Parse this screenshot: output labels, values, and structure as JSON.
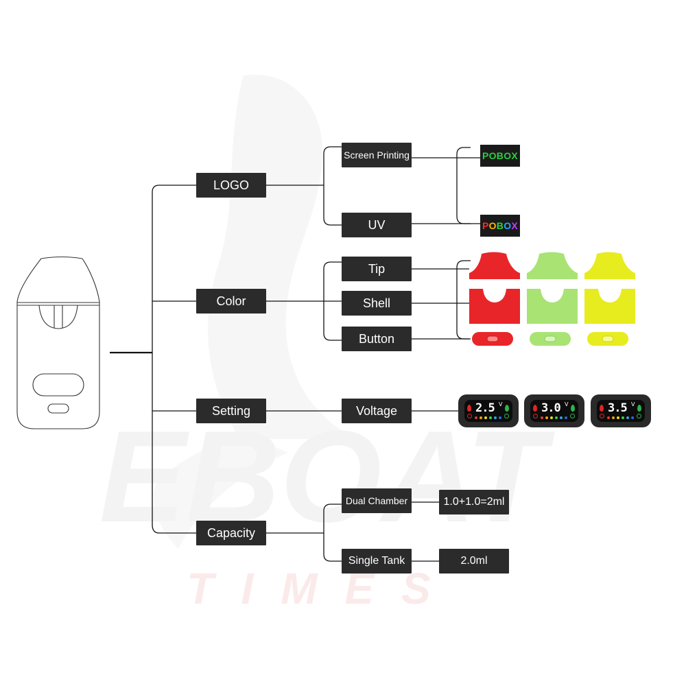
{
  "watermark": {
    "text_main": "EBOAT",
    "text_sub": "TIMES"
  },
  "categories": [
    {
      "key": "logo",
      "label": "LOGO"
    },
    {
      "key": "color",
      "label": "Color"
    },
    {
      "key": "setting",
      "label": "Setting"
    },
    {
      "key": "capacity",
      "label": "Capacity"
    }
  ],
  "logo": {
    "options": [
      {
        "label": "Screen Printing",
        "sample_text": "POBOX",
        "sample_color": "#2ecc40"
      },
      {
        "label": "UV",
        "sample_text": "POBOX",
        "sample_colors": [
          "#ff2a2a",
          "#ffb400",
          "#2bd63a",
          "#28a8ff",
          "#c63cff"
        ]
      }
    ]
  },
  "color": {
    "parts": [
      {
        "label": "Tip"
      },
      {
        "label": "Shell"
      },
      {
        "label": "Button"
      }
    ],
    "swatches": [
      {
        "name": "red",
        "main": "#e8262a",
        "dark": "#c81f22",
        "button_inner": "#ff8a8a"
      },
      {
        "name": "light-green",
        "main": "#a9e374",
        "dark": "#8fd05a",
        "button_inner": "#d9f7bf"
      },
      {
        "name": "yellow",
        "main": "#e7ec1f",
        "dark": "#cfd416",
        "button_inner": "#f7fa9a"
      }
    ]
  },
  "setting": {
    "option": "Voltage",
    "screens": [
      {
        "value": "2.5",
        "unit": "V"
      },
      {
        "value": "3.0",
        "unit": "V"
      },
      {
        "value": "3.5",
        "unit": "V"
      }
    ],
    "dot_colors": [
      "#e53935",
      "#f4a400",
      "#f0e000",
      "#3ad04a",
      "#29a8e8",
      "#2e66e8"
    ]
  },
  "capacity": {
    "options": [
      {
        "label": "Dual Chamber",
        "value": "1.0+1.0=2ml"
      },
      {
        "label": "Single Tank",
        "value": "2.0ml"
      }
    ]
  }
}
